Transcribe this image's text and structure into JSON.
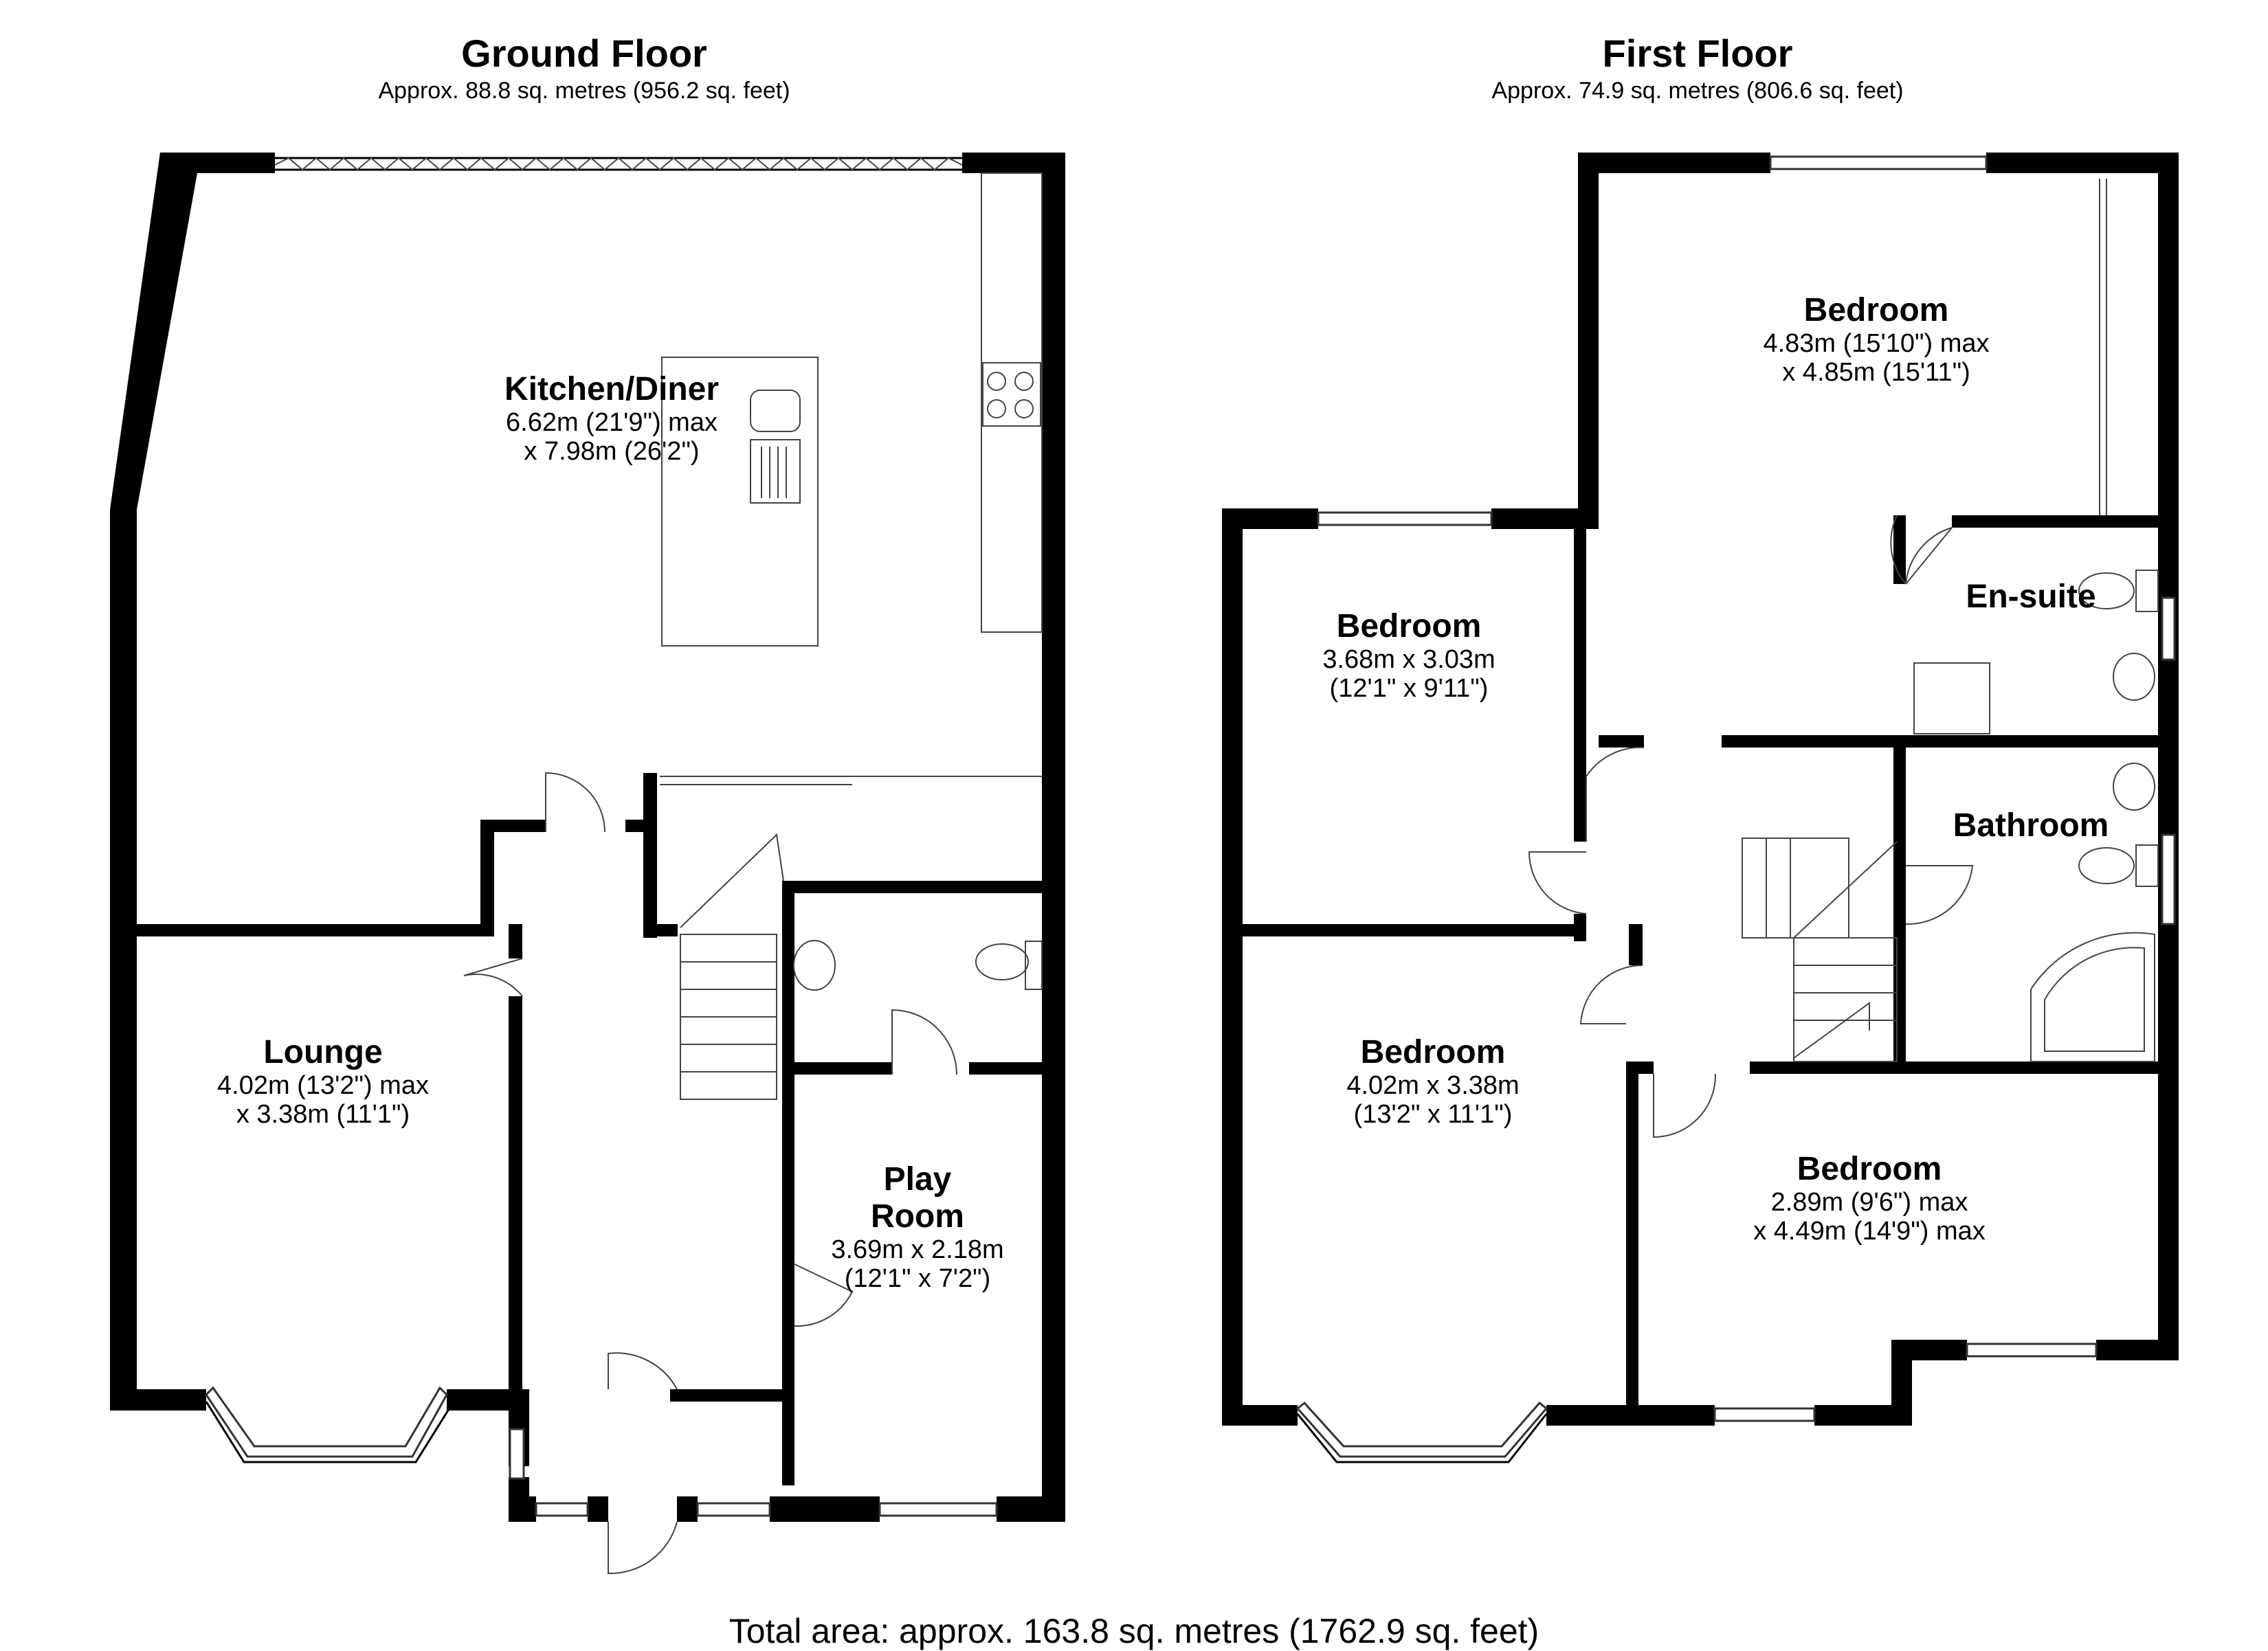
{
  "ground_floor": {
    "title": "Ground Floor",
    "area": "Approx. 88.8 sq. metres (956.2 sq. feet)",
    "rooms": {
      "kitchen": {
        "name": "Kitchen/Diner",
        "line1": "6.62m (21'9\") max",
        "line2": "x 7.98m (26'2\")"
      },
      "lounge": {
        "name": "Lounge",
        "line1": "4.02m (13'2\") max",
        "line2": "x 3.38m (11'1\")"
      },
      "playroom": {
        "name1": "Play",
        "name2": "Room",
        "line1": "3.69m x 2.18m",
        "line2": "(12'1\" x 7'2\")"
      }
    }
  },
  "first_floor": {
    "title": "First Floor",
    "area": "Approx. 74.9 sq. metres (806.6 sq. feet)",
    "rooms": {
      "bedroom_main": {
        "name": "Bedroom",
        "line1": "4.83m (15'10\") max",
        "line2": "x 4.85m (15'11\")"
      },
      "bedroom_left_top": {
        "name": "Bedroom",
        "line1": "3.68m x 3.03m",
        "line2": "(12'1\" x 9'11\")"
      },
      "bedroom_left_bottom": {
        "name": "Bedroom",
        "line1": "4.02m x 3.38m",
        "line2": "(13'2\" x 11'1\")"
      },
      "bedroom_right_bottom": {
        "name": "Bedroom",
        "line1": "2.89m (9'6\") max",
        "line2": "x 4.49m (14'9\") max"
      },
      "ensuite": {
        "name": "En-suite"
      },
      "bathroom": {
        "name": "Bathroom"
      }
    }
  },
  "total_area": "Total area: approx. 163.8 sq. metres (1762.9 sq. feet)",
  "colors": {
    "wall": "#000000",
    "background": "#ffffff",
    "fixture_line": "#444444"
  }
}
